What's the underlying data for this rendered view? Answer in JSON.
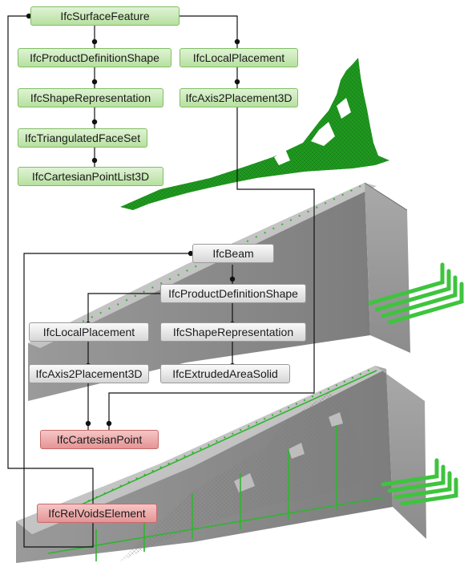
{
  "diagram": {
    "surface_feature_tree": {
      "root": "IfcSurfaceFeature",
      "product_definition_shape": "IfcProductDefinitionShape",
      "shape_representation": "IfcShapeRepresentation",
      "triangulated_face_set": "IfcTriangulatedFaceSet",
      "cartesian_point_list": "IfcCartesianPointList3D",
      "local_placement": "IfcLocalPlacement",
      "axis_placement": "IfcAxis2Placement3D"
    },
    "beam_tree": {
      "root": "IfcBeam",
      "product_definition_shape": "IfcProductDefinitionShape",
      "local_placement": "IfcLocalPlacement",
      "shape_representation": "IfcShapeRepresentation",
      "axis_placement": "IfcAxis2Placement3D",
      "extruded_area_solid": "IfcExtrudedAreaSolid"
    },
    "shared": {
      "cartesian_point": "IfcCartesianPoint",
      "rel_voids_element": "IfcRelVoidsElement"
    },
    "colors": {
      "surface_feature_nodes": "#b7e0a0",
      "beam_nodes": "#d6d6d6",
      "shared_nodes": "#e59494",
      "mesh": "#1f9a1f",
      "rebar": "#3ec43e",
      "concrete": "#a8a8a8"
    }
  }
}
